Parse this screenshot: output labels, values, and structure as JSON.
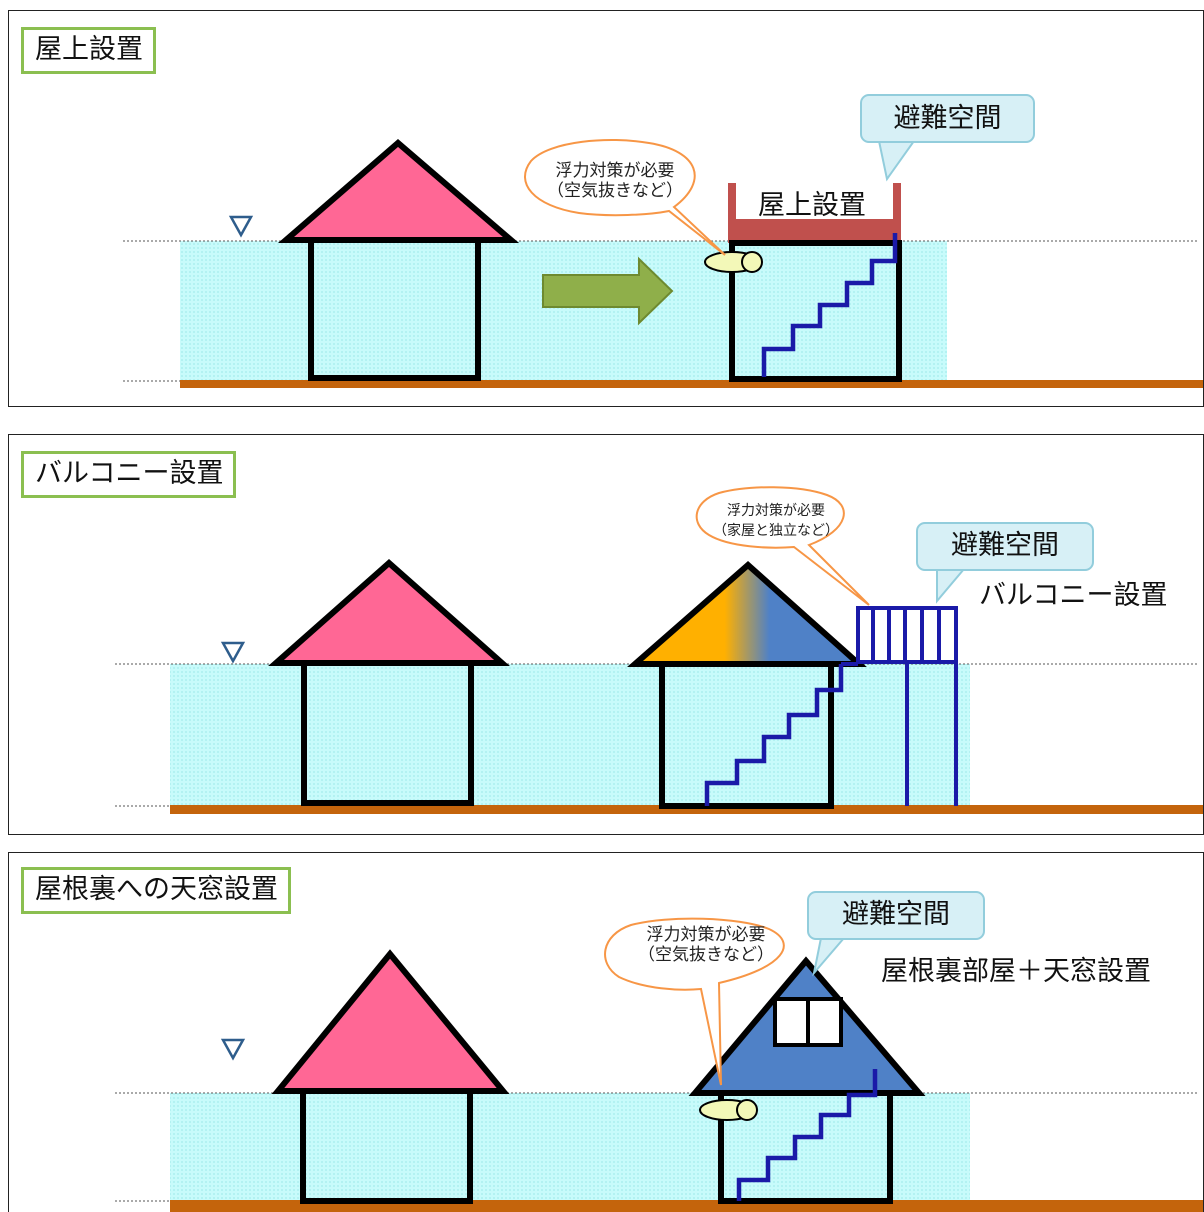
{
  "panels": [
    {
      "title": "屋上設置",
      "callout": [
        "浮力対策が必要",
        "（空気抜きなど）"
      ],
      "tag": "避難空間",
      "label": "屋上設置"
    },
    {
      "title": "バルコニー設置",
      "callout": [
        "浮力対策が必要",
        "（家屋と独立など）"
      ],
      "tag": "避難空間",
      "label": "バルコニー設置"
    },
    {
      "title": "屋根裏への天窓設置",
      "callout": [
        "浮力対策が必要",
        "（空気抜きなど）"
      ],
      "tag": "避難空間",
      "label": "屋根裏部屋＋天窓設置"
    }
  ],
  "water_level_symbol": "▽",
  "colors": {
    "water": "#c5fbfb",
    "ground": "#c4640c",
    "roof": "#ff6795",
    "rooftop": "#c0504d",
    "roof_orange": "#ffb000",
    "roof_blue": "#4f81c7",
    "stairs": "#1a1aa8",
    "arrow": "#8faf4a",
    "callout_border": "#f79646",
    "tag_fill": "#d7f0f6",
    "tag_border": "#92cddc",
    "title_border": "#8bbf50"
  }
}
